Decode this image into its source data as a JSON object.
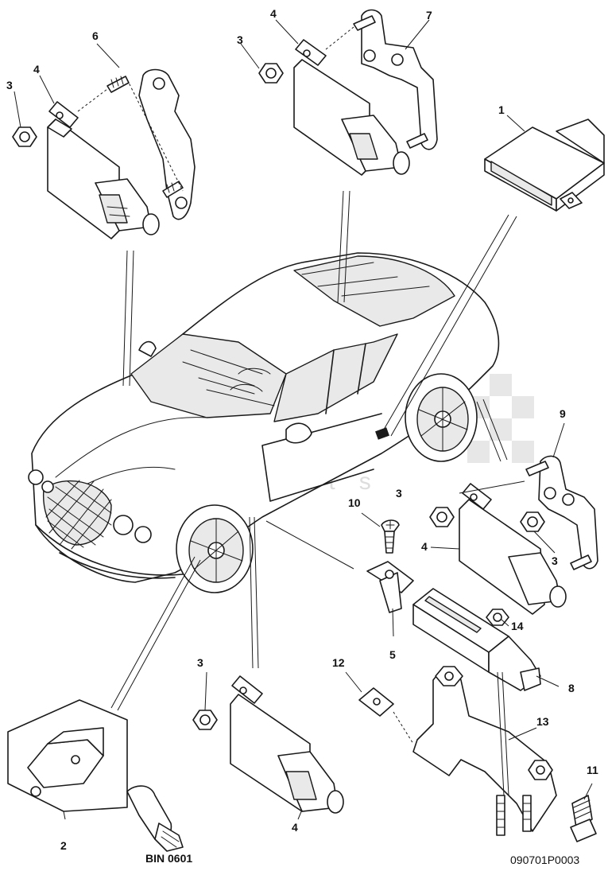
{
  "watermark": {
    "main": "scuderia",
    "sub": "car parts"
  },
  "callouts": {
    "c1": "1",
    "c2": "2",
    "c3a": "3",
    "c3b": "3",
    "c3c": "3",
    "c3d": "3",
    "c3e": "3",
    "c4a": "4",
    "c4b": "4",
    "c4c": "4",
    "c4d": "4",
    "c5": "5",
    "c6": "6",
    "c7": "7",
    "c8": "8",
    "c9": "9",
    "c10": "10",
    "c11": "11",
    "c12": "12",
    "c13": "13",
    "c14": "14"
  },
  "bin_label": "BIN 0601",
  "ref_code": "090701P0003"
}
